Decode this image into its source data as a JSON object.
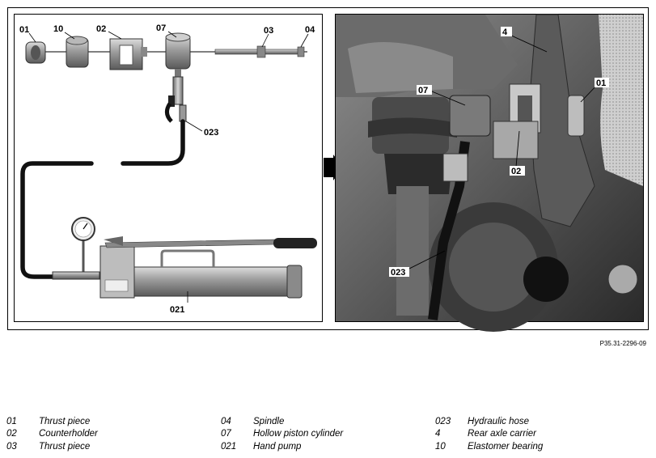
{
  "figure": {
    "ref_code": "P35.31-2296-09",
    "left_callouts": {
      "c01": "01",
      "c10": "10",
      "c02": "02",
      "c07": "07",
      "c03": "03",
      "c04": "04",
      "c023": "023",
      "c021": "021"
    },
    "right_callouts": {
      "c4": "4",
      "c01": "01",
      "c07": "07",
      "c02": "02",
      "c023": "023"
    }
  },
  "legend": [
    [
      {
        "code": "01",
        "label": "Thrust piece"
      },
      {
        "code": "04",
        "label": "Spindle"
      },
      {
        "code": "023",
        "label": "Hydraulic hose"
      }
    ],
    [
      {
        "code": "02",
        "label": "Counterholder"
      },
      {
        "code": "07",
        "label": "Hollow piston cylinder"
      },
      {
        "code": "4",
        "label": "Rear axle carrier"
      }
    ],
    [
      {
        "code": "03",
        "label": "Thrust piece"
      },
      {
        "code": "021",
        "label": "Hand pump"
      },
      {
        "code": "10",
        "label": "Elastomer bearing"
      }
    ]
  ]
}
